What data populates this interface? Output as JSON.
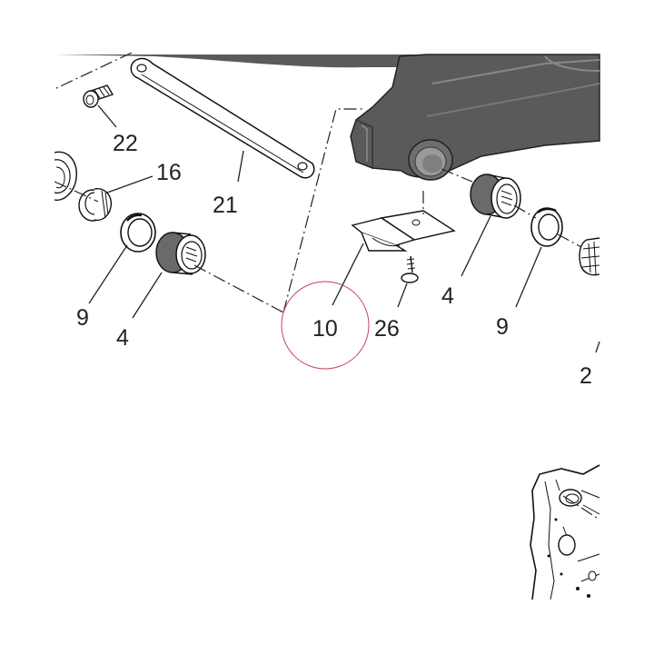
{
  "callouts": {
    "c22": "22",
    "c16": "16",
    "c21": "21",
    "c9_left": "9",
    "c4_left": "4",
    "c10": "10",
    "c26": "26",
    "c4_right": "4",
    "c9_right": "9",
    "c2": "2"
  },
  "colors": {
    "line": "#222222",
    "swingarm_fill": "#5a5a5a",
    "highlight_circle": "#c0485a"
  }
}
